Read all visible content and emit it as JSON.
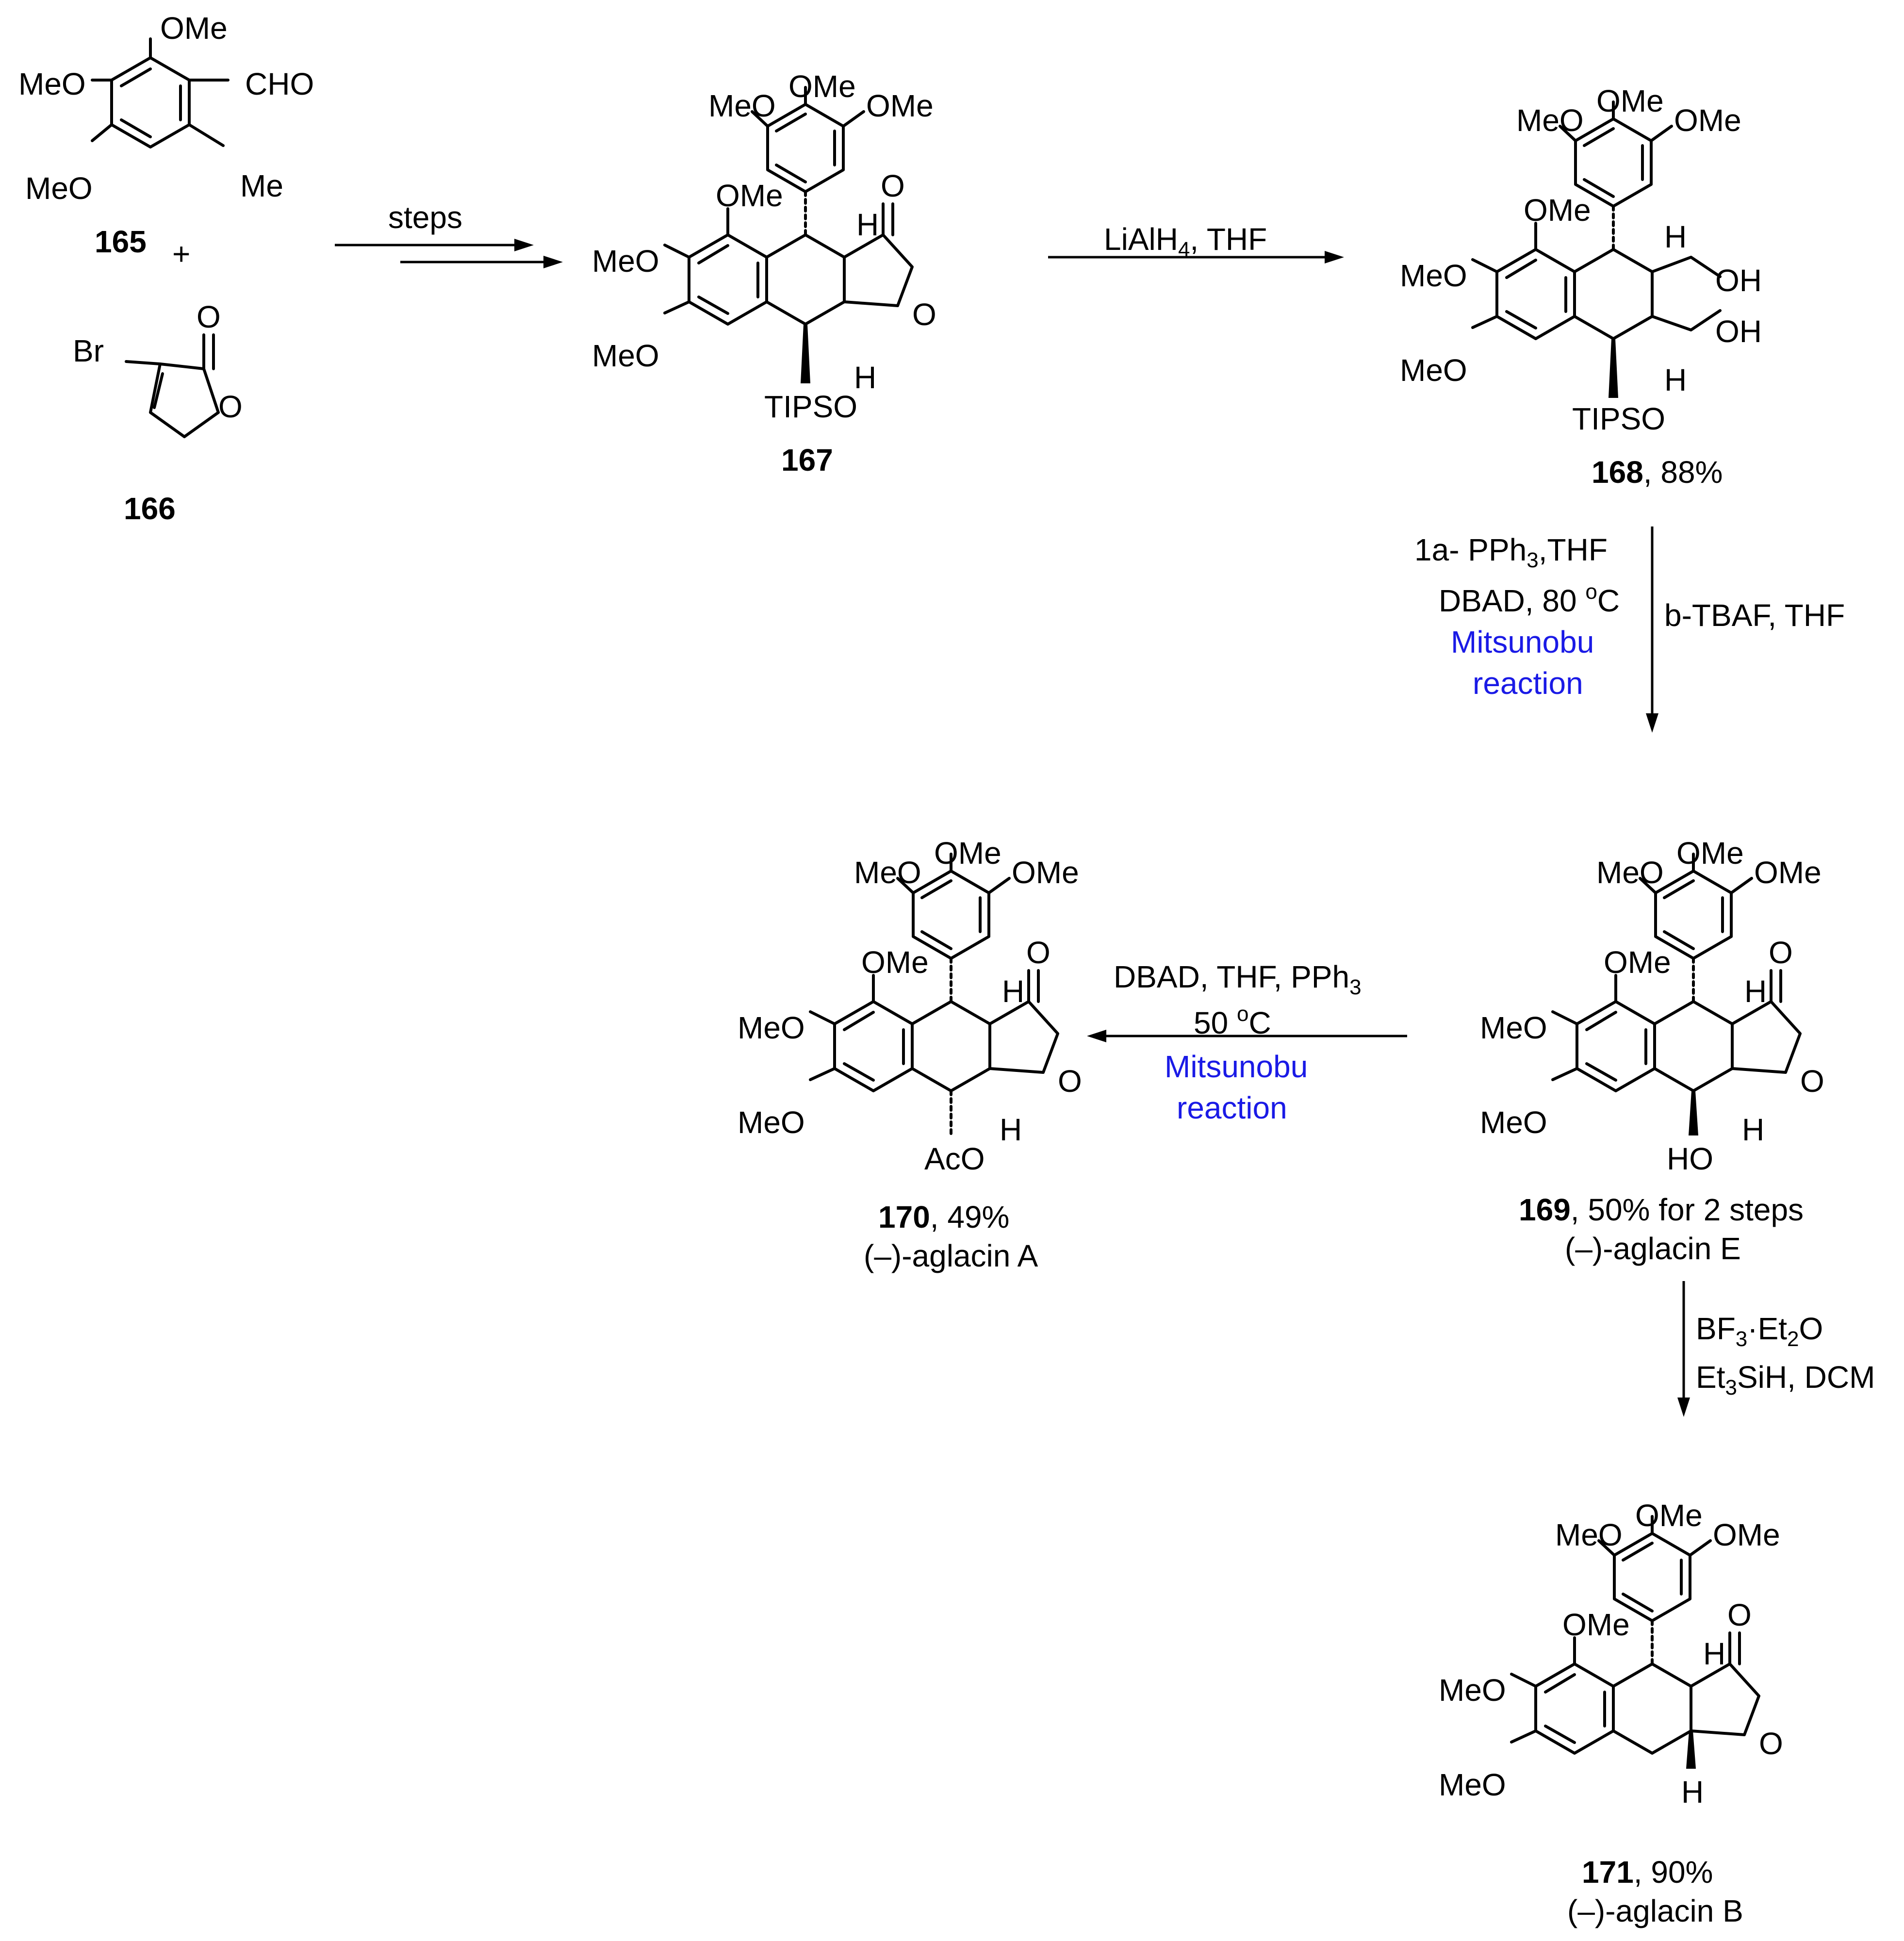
{
  "substituent_labels": {
    "ome": "OMe",
    "meo": "MeO",
    "cho": "CHO",
    "me": "Me",
    "br": "Br",
    "o": "O",
    "h": "H",
    "oh": "OH",
    "ho": "HO",
    "tipso": "TIPSO",
    "aco": "AcO",
    "plus": "+"
  },
  "compounds": {
    "c165": {
      "number": "165"
    },
    "c166": {
      "number": "166"
    },
    "c167": {
      "number": "167"
    },
    "c168": {
      "number": "168",
      "yield": ", 88%"
    },
    "c169": {
      "number": "169",
      "yield": ", 50% for 2 steps",
      "name": "(–)-aglacin E"
    },
    "c170": {
      "number": "170",
      "yield": ", 49%",
      "name": "(–)-aglacin A"
    },
    "c171": {
      "number": "171",
      "yield": ", 90%",
      "name": "(–)-aglacin B"
    }
  },
  "arrows": {
    "a1": {
      "condition": "steps"
    },
    "a2": {
      "condition_pre": "LiAlH",
      "condition_sub": "4",
      "condition_post": ", THF"
    },
    "a3": {
      "line1_pre": "1a- PPh",
      "line1_sub": "3",
      "line1_post": ",THF",
      "line2": "DBAD, 80 ",
      "line2_sup": "o",
      "line2_post": "C",
      "side": "b-TBAF, THF",
      "named_reaction_1": "Mitsunobu",
      "named_reaction_2": "reaction"
    },
    "a4": {
      "line1_pre": "DBAD, THF, PPh",
      "line1_sub": "3",
      "line2": "50 ",
      "line2_sup": "o",
      "line2_post": "C",
      "named_reaction_1": "Mitsunobu",
      "named_reaction_2": "reaction"
    },
    "a5": {
      "line1_pre": "BF",
      "line1_sub": "3",
      "line1_mid": "·Et",
      "line1_sub2": "2",
      "line1_post": "O",
      "line2_pre": "Et",
      "line2_sub": "3",
      "line2_post": "SiH, DCM"
    }
  },
  "colors": {
    "named_reaction": "#1a1ae6",
    "structure": "#000000"
  }
}
